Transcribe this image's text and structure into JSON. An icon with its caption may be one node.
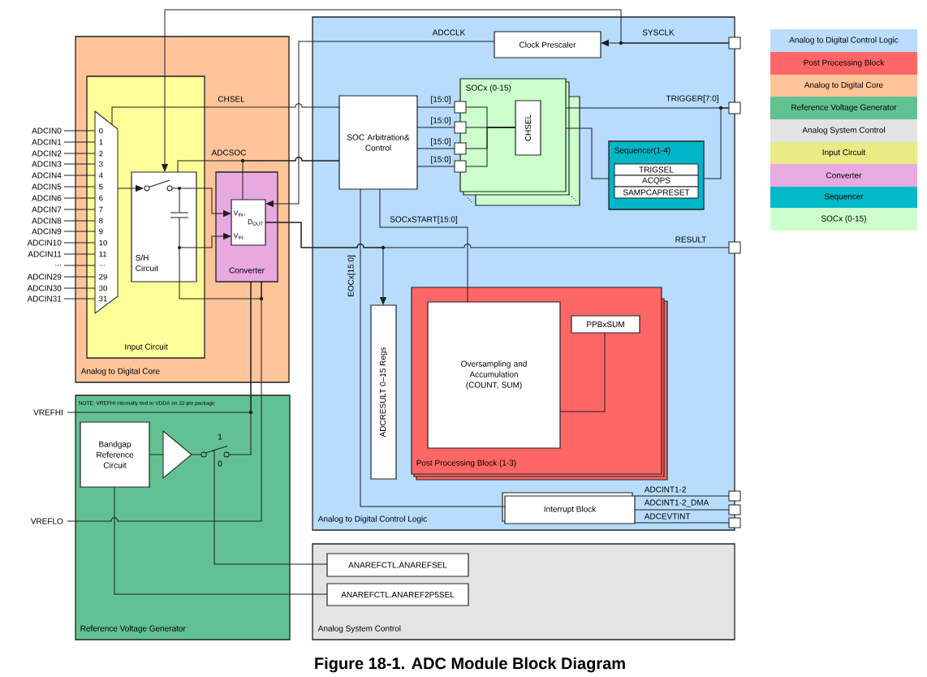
{
  "diagram": {
    "caption": "Figure 18-1. ADC Module Block Diagram",
    "nodes": [
      {
        "text": [
          "Analog to Digital Core"
        ]
      },
      {
        "text": [
          "Input Circuit"
        ],
        "in": 0
      },
      {
        "text": [
          "0",
          "1",
          "2",
          "3",
          "4",
          "5",
          "6",
          "7",
          "8",
          "9",
          "10",
          "11",
          "...",
          "29",
          "30",
          "31"
        ],
        "in": 1
      },
      {
        "text": [
          "S/H Circuit"
        ],
        "in": 1
      },
      {
        "text": [
          "Converter"
        ],
        "in": 0
      },
      {
        "text": [
          "V$_{IN+}$",
          "V$_{IN-}$",
          "D$_{OUT}$"
        ],
        "in": 4
      },
      {
        "text": [
          "Analog to Digital Control Logic"
        ]
      },
      {
        "text": [
          "Clock Prescaler"
        ],
        "in": 6
      },
      {
        "text": [
          "SOC Arbitration& Control"
        ],
        "in": 6
      },
      {
        "text": [
          "SOCx (0-15)"
        ],
        "in": 6
      },
      {
        "text": [
          "CHSEL"
        ],
        "in": 9
      },
      {
        "text": [
          "Sequencer(1-4)"
        ],
        "in": 6
      },
      {
        "text": [
          "TRIGSEL"
        ],
        "in": 11
      },
      {
        "text": [
          "ACQPS"
        ],
        "in": 11
      },
      {
        "text": [
          "SAMPCAPRESET"
        ],
        "in": 11
      },
      {
        "text": [
          "ADCRESULT 0–15 Regs"
        ],
        "in": 6
      },
      {
        "text": [
          "Post Processing Block (1-3)"
        ],
        "in": 6
      },
      {
        "text": [
          "Oversampling and Accumulation (COUNT, SUM)"
        ],
        "in": 16
      },
      {
        "text": [
          "PPBxSUM"
        ],
        "in": 16
      },
      {
        "text": [
          "Interrupt Block"
        ],
        "in": 6
      },
      {
        "text": [
          "NOTE: VREFHI internally tied to VDDA on 32-pin package",
          "Reference Voltage Generator"
        ]
      },
      {
        "text": [
          "Bandgap Reference Circuit"
        ],
        "in": 20
      },
      {
        "text": [],
        "shape": "triangle",
        "in": 20
      },
      {
        "text": [],
        "shape": "switch",
        "in": 20,
        "beside": [
          "1",
          "0"
        ]
      },
      {
        "text": [
          "Analog System Control"
        ]
      },
      {
        "text": [
          "ANAREFCTL.ANAREFSEL"
        ],
        "in": 24
      },
      {
        "text": [
          "ANAREFCTL.ANAREF2P5SEL"
        ],
        "in": 24
      },
      {
        "text": [
          "ADCIN0"
        ]
      },
      {
        "text": [
          "ADCIN1"
        ]
      },
      {
        "text": [
          "ADCIN2"
        ]
      },
      {
        "text": [
          "ADCIN3"
        ]
      },
      {
        "text": [
          "ADCIN4"
        ]
      },
      {
        "text": [
          "ADCIN5"
        ]
      },
      {
        "text": [
          "ADCIN6"
        ]
      },
      {
        "text": [
          "ADCIN7"
        ]
      },
      {
        "text": [
          "ADCIN8"
        ]
      },
      {
        "text": [
          "ADCIN9"
        ]
      },
      {
        "text": [
          "ADCIN10"
        ]
      },
      {
        "text": [
          "ADCIN11"
        ]
      },
      {
        "text": [
          "..."
        ]
      },
      {
        "text": [
          "ADCIN29"
        ]
      },
      {
        "text": [
          "ADCIN30"
        ]
      },
      {
        "text": [
          "ADCIN31"
        ]
      },
      {
        "text": [
          "VREFHI"
        ]
      },
      {
        "text": [
          "VREFLO"
        ]
      },
      {
        "text": [],
        "shape": "box"
      },
      {
        "text": [],
        "shape": "box"
      },
      {
        "text": [],
        "shape": "box"
      },
      {
        "text": [],
        "shape": "box"
      },
      {
        "text": [],
        "shape": "box"
      },
      {
        "text": [],
        "shape": "box"
      },
      {
        "text": [],
        "shape": "box",
        "in": 6
      },
      {
        "text": [],
        "shape": "box",
        "in": 6
      },
      {
        "text": [],
        "shape": "box",
        "in": 6
      },
      {
        "text": [],
        "shape": "box",
        "in": 6
      }
    ],
    "edges": [
      {
        "from": 27,
        "to": 2,
        "arrow": "none"
      },
      {
        "from": 28,
        "to": 2,
        "arrow": "none"
      },
      {
        "from": 29,
        "to": 2,
        "arrow": "none"
      },
      {
        "from": 30,
        "to": 2,
        "arrow": "none"
      },
      {
        "from": 31,
        "to": 2,
        "arrow": "none"
      },
      {
        "from": 32,
        "to": 2,
        "arrow": "none"
      },
      {
        "from": 33,
        "to": 2,
        "arrow": "none"
      },
      {
        "from": 34,
        "to": 2,
        "arrow": "none"
      },
      {
        "from": 35,
        "to": 2,
        "arrow": "none"
      },
      {
        "from": 36,
        "to": 2,
        "arrow": "none"
      },
      {
        "from": 37,
        "to": 2,
        "arrow": "none"
      },
      {
        "from": 38,
        "to": 2,
        "arrow": "none"
      },
      {
        "from": 39,
        "to": 2,
        "arrow": "none"
      },
      {
        "from": 40,
        "to": 2,
        "arrow": "none"
      },
      {
        "from": 41,
        "to": 2,
        "arrow": "none"
      },
      {
        "from": 42,
        "to": 2,
        "arrow": "none"
      },
      {
        "from": 2,
        "to": 3,
        "arrow": "to"
      },
      {
        "from": 3,
        "to": 5,
        "arrow": "to"
      },
      {
        "from": 3,
        "to": 5,
        "arrow": "to"
      },
      {
        "from": 3,
        "to": 4,
        "arrow": "none"
      },
      {
        "from": 44,
        "to": 4,
        "arrow": "none"
      },
      {
        "from": 43,
        "to": 4,
        "arrow": "none"
      },
      {
        "from": 23,
        "to": 4,
        "arrow": "none"
      },
      {
        "from": 8,
        "to": 2,
        "arrow": "none",
        "label": "CHSEL"
      },
      {
        "from": 8,
        "to": 3,
        "arrow": "none",
        "label": "ADCSOC"
      },
      {
        "from": 8,
        "to": 5,
        "arrow": "none"
      },
      {
        "from": 45,
        "to": 7,
        "arrow": "to",
        "label": "SYSCLK"
      },
      {
        "from": 45,
        "to": 3,
        "arrow": "to"
      },
      {
        "from": 7,
        "to": 5,
        "arrow": "to",
        "label": "ADCCLK"
      },
      {
        "from": 8,
        "to": 51,
        "arrow": "none",
        "label": "[15:0]"
      },
      {
        "from": 8,
        "to": 52,
        "arrow": "none",
        "label": "[15:0]"
      },
      {
        "from": 8,
        "to": 53,
        "arrow": "none",
        "label": "[15:0]"
      },
      {
        "from": 8,
        "to": 54,
        "arrow": "none",
        "label": "[15:0]"
      },
      {
        "from": 51,
        "to": 10,
        "arrow": "none"
      },
      {
        "from": 52,
        "to": 10,
        "arrow": "none"
      },
      {
        "from": 53,
        "to": 10,
        "arrow": "none"
      },
      {
        "from": 54,
        "to": 10,
        "arrow": "none"
      },
      {
        "from": 46,
        "to": 9,
        "arrow": "none",
        "label": "TRIGGER[7:0]"
      },
      {
        "from": 46,
        "to": 11,
        "arrow": "none"
      },
      {
        "from": 9,
        "to": 11,
        "arrow": "none"
      },
      {
        "from": 8,
        "to": 19,
        "arrow": "none",
        "label": "EOCx[15:0]"
      },
      {
        "from": 8,
        "to": 17,
        "arrow": "none",
        "label": "SOCxSTART[15:0]"
      },
      {
        "from": 5,
        "to": 47,
        "arrow": "none",
        "label": "RESULT"
      },
      {
        "from": 5,
        "to": 15,
        "arrow": "to"
      },
      {
        "from": 18,
        "to": 17,
        "arrow": "none"
      },
      {
        "from": 19,
        "to": 48,
        "arrow": "none",
        "label": "ADCINT1-2"
      },
      {
        "from": 19,
        "to": 49,
        "arrow": "none",
        "label": "ADCINT1-2_DMA"
      },
      {
        "from": 19,
        "to": 50,
        "arrow": "none",
        "label": "ADCEVTINT"
      },
      {
        "from": 21,
        "to": 22,
        "arrow": "none"
      },
      {
        "from": 22,
        "to": 23,
        "arrow": "none"
      },
      {
        "from": 25,
        "to": 23,
        "arrow": "none"
      },
      {
        "from": 26,
        "to": 21,
        "arrow": "none"
      }
    ],
    "legend": [
      {
        "text": "Analog to Digital Control Logic",
        "color": "#b9dcff"
      },
      {
        "text": "Post Processing Block",
        "color": "#ff6666"
      },
      {
        "text": "Analog to Digital Core",
        "color": "#ffc599"
      },
      {
        "text": "Reference Voltage Generator",
        "color": "#62c192"
      },
      {
        "text": "Analog System Control",
        "color": "#e3e3e3"
      },
      {
        "text": "Input Circuit",
        "color": "#eaea86"
      },
      {
        "text": "Converter",
        "color": "#e8aae2"
      },
      {
        "text": "Sequencer",
        "color": "#00b9c9"
      },
      {
        "text": "SOCx (0-15)",
        "color": "#ccffcc"
      }
    ]
  }
}
